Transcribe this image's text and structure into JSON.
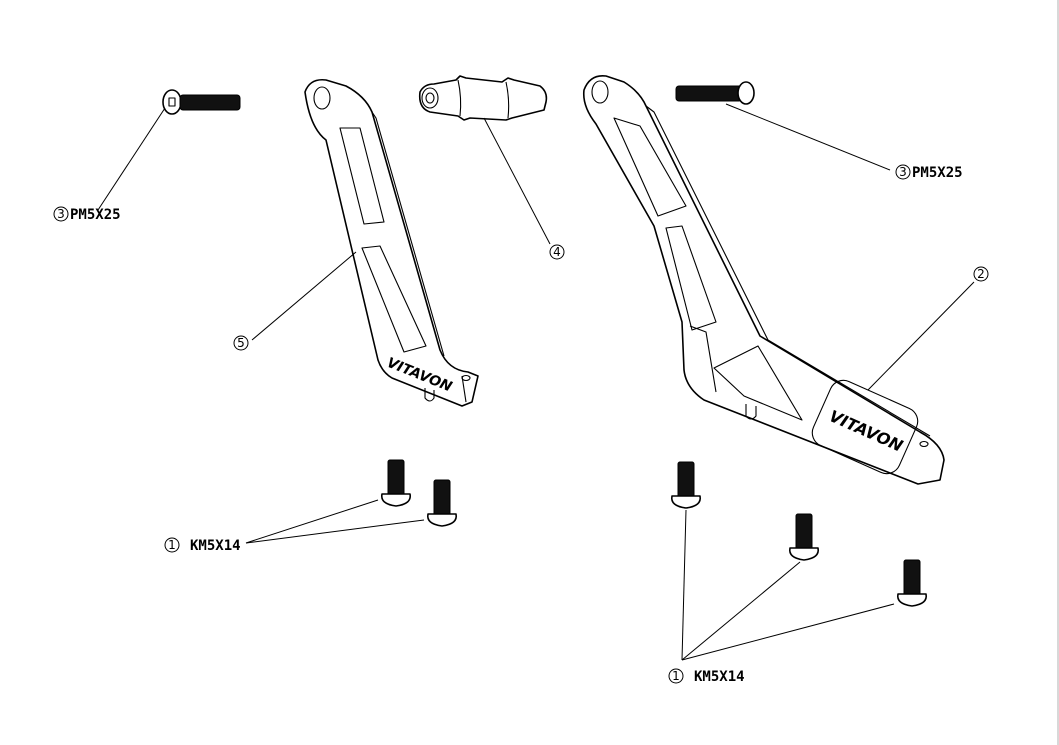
{
  "callouts": {
    "screw_left": {
      "number": "3",
      "spec": "PM5X25"
    },
    "screw_right": {
      "number": "3",
      "spec": "PM5X25"
    },
    "spacer": {
      "number": "4"
    },
    "bracket_small": {
      "number": "5"
    },
    "bracket_large": {
      "number": "2"
    },
    "bolts_left": {
      "number": "1",
      "spec": "KM5X14"
    },
    "bolts_right": {
      "number": "1",
      "spec": "KM5X14"
    }
  },
  "branding": {
    "small_bracket_logo": "VITAVON",
    "large_bracket_logo": "VITAVON"
  },
  "colors": {
    "line": "#000000",
    "background": "#ffffff"
  }
}
